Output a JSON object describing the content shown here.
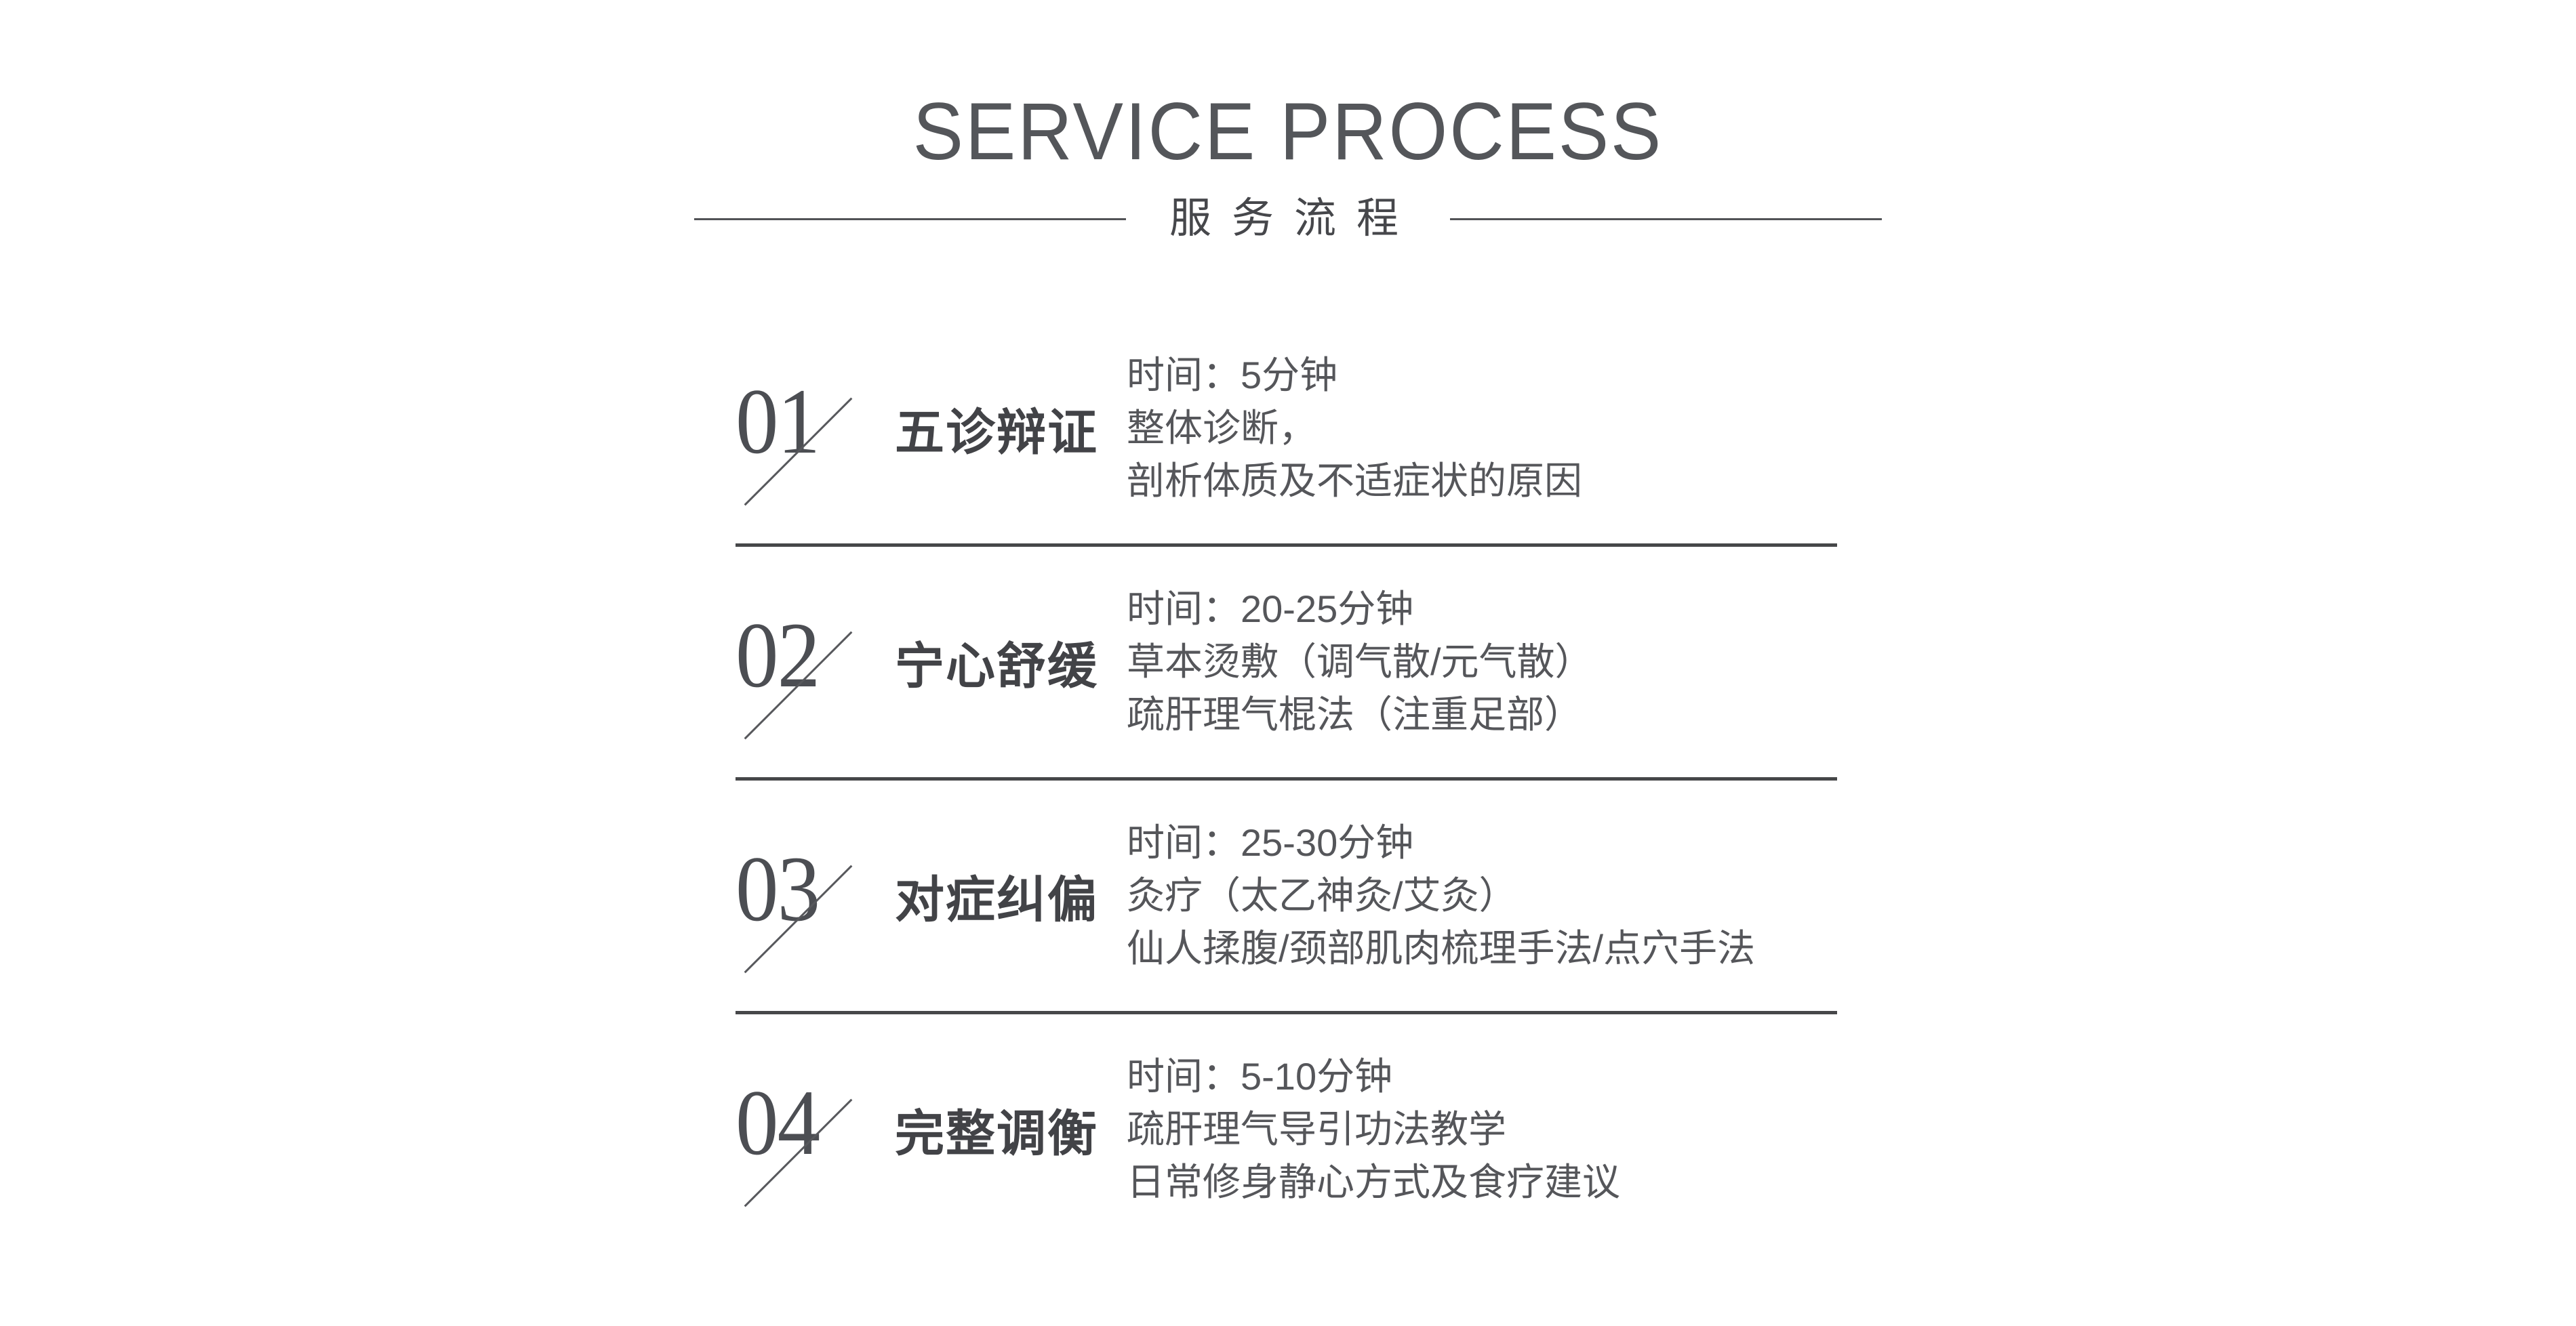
{
  "header": {
    "title": "SERVICE PROCESS",
    "subtitle": "服务流程"
  },
  "colors": {
    "text_dark": "#424347",
    "text_medium": "#55565a",
    "rule_gray": "#464749",
    "background": "#ffffff"
  },
  "steps": [
    {
      "number": "01",
      "name": "五诊辩证",
      "lines": [
        "时间：5分钟",
        "整体诊断，",
        "剖析体质及不适症状的原因"
      ]
    },
    {
      "number": "02",
      "name": "宁心舒缓",
      "lines": [
        "时间：20-25分钟",
        "草本烫敷（调气散/元气散）",
        "疏肝理气棍法（注重足部）"
      ]
    },
    {
      "number": "03",
      "name": "对症纠偏",
      "lines": [
        "时间：25-30分钟",
        "灸疗（太乙神灸/艾灸）",
        "仙人揉腹/颈部肌肉梳理手法/点穴手法"
      ]
    },
    {
      "number": "04",
      "name": "完整调衡",
      "lines": [
        "时间：5-10分钟",
        "疏肝理气导引功法教学",
        "日常修身静心方式及食疗建议"
      ]
    }
  ]
}
